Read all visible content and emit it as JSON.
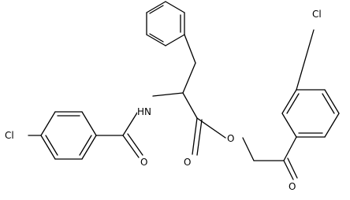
{
  "atom_labels": {
    "cl_left": "Cl",
    "nh": "HN",
    "amide_o": "O",
    "ester_o_carbonyl": "O",
    "ester_o_link": "O",
    "ketone_o": "O",
    "cl_right": "Cl"
  },
  "colors": {
    "bond": "#000000",
    "label": "#000000",
    "background": "#ffffff"
  }
}
